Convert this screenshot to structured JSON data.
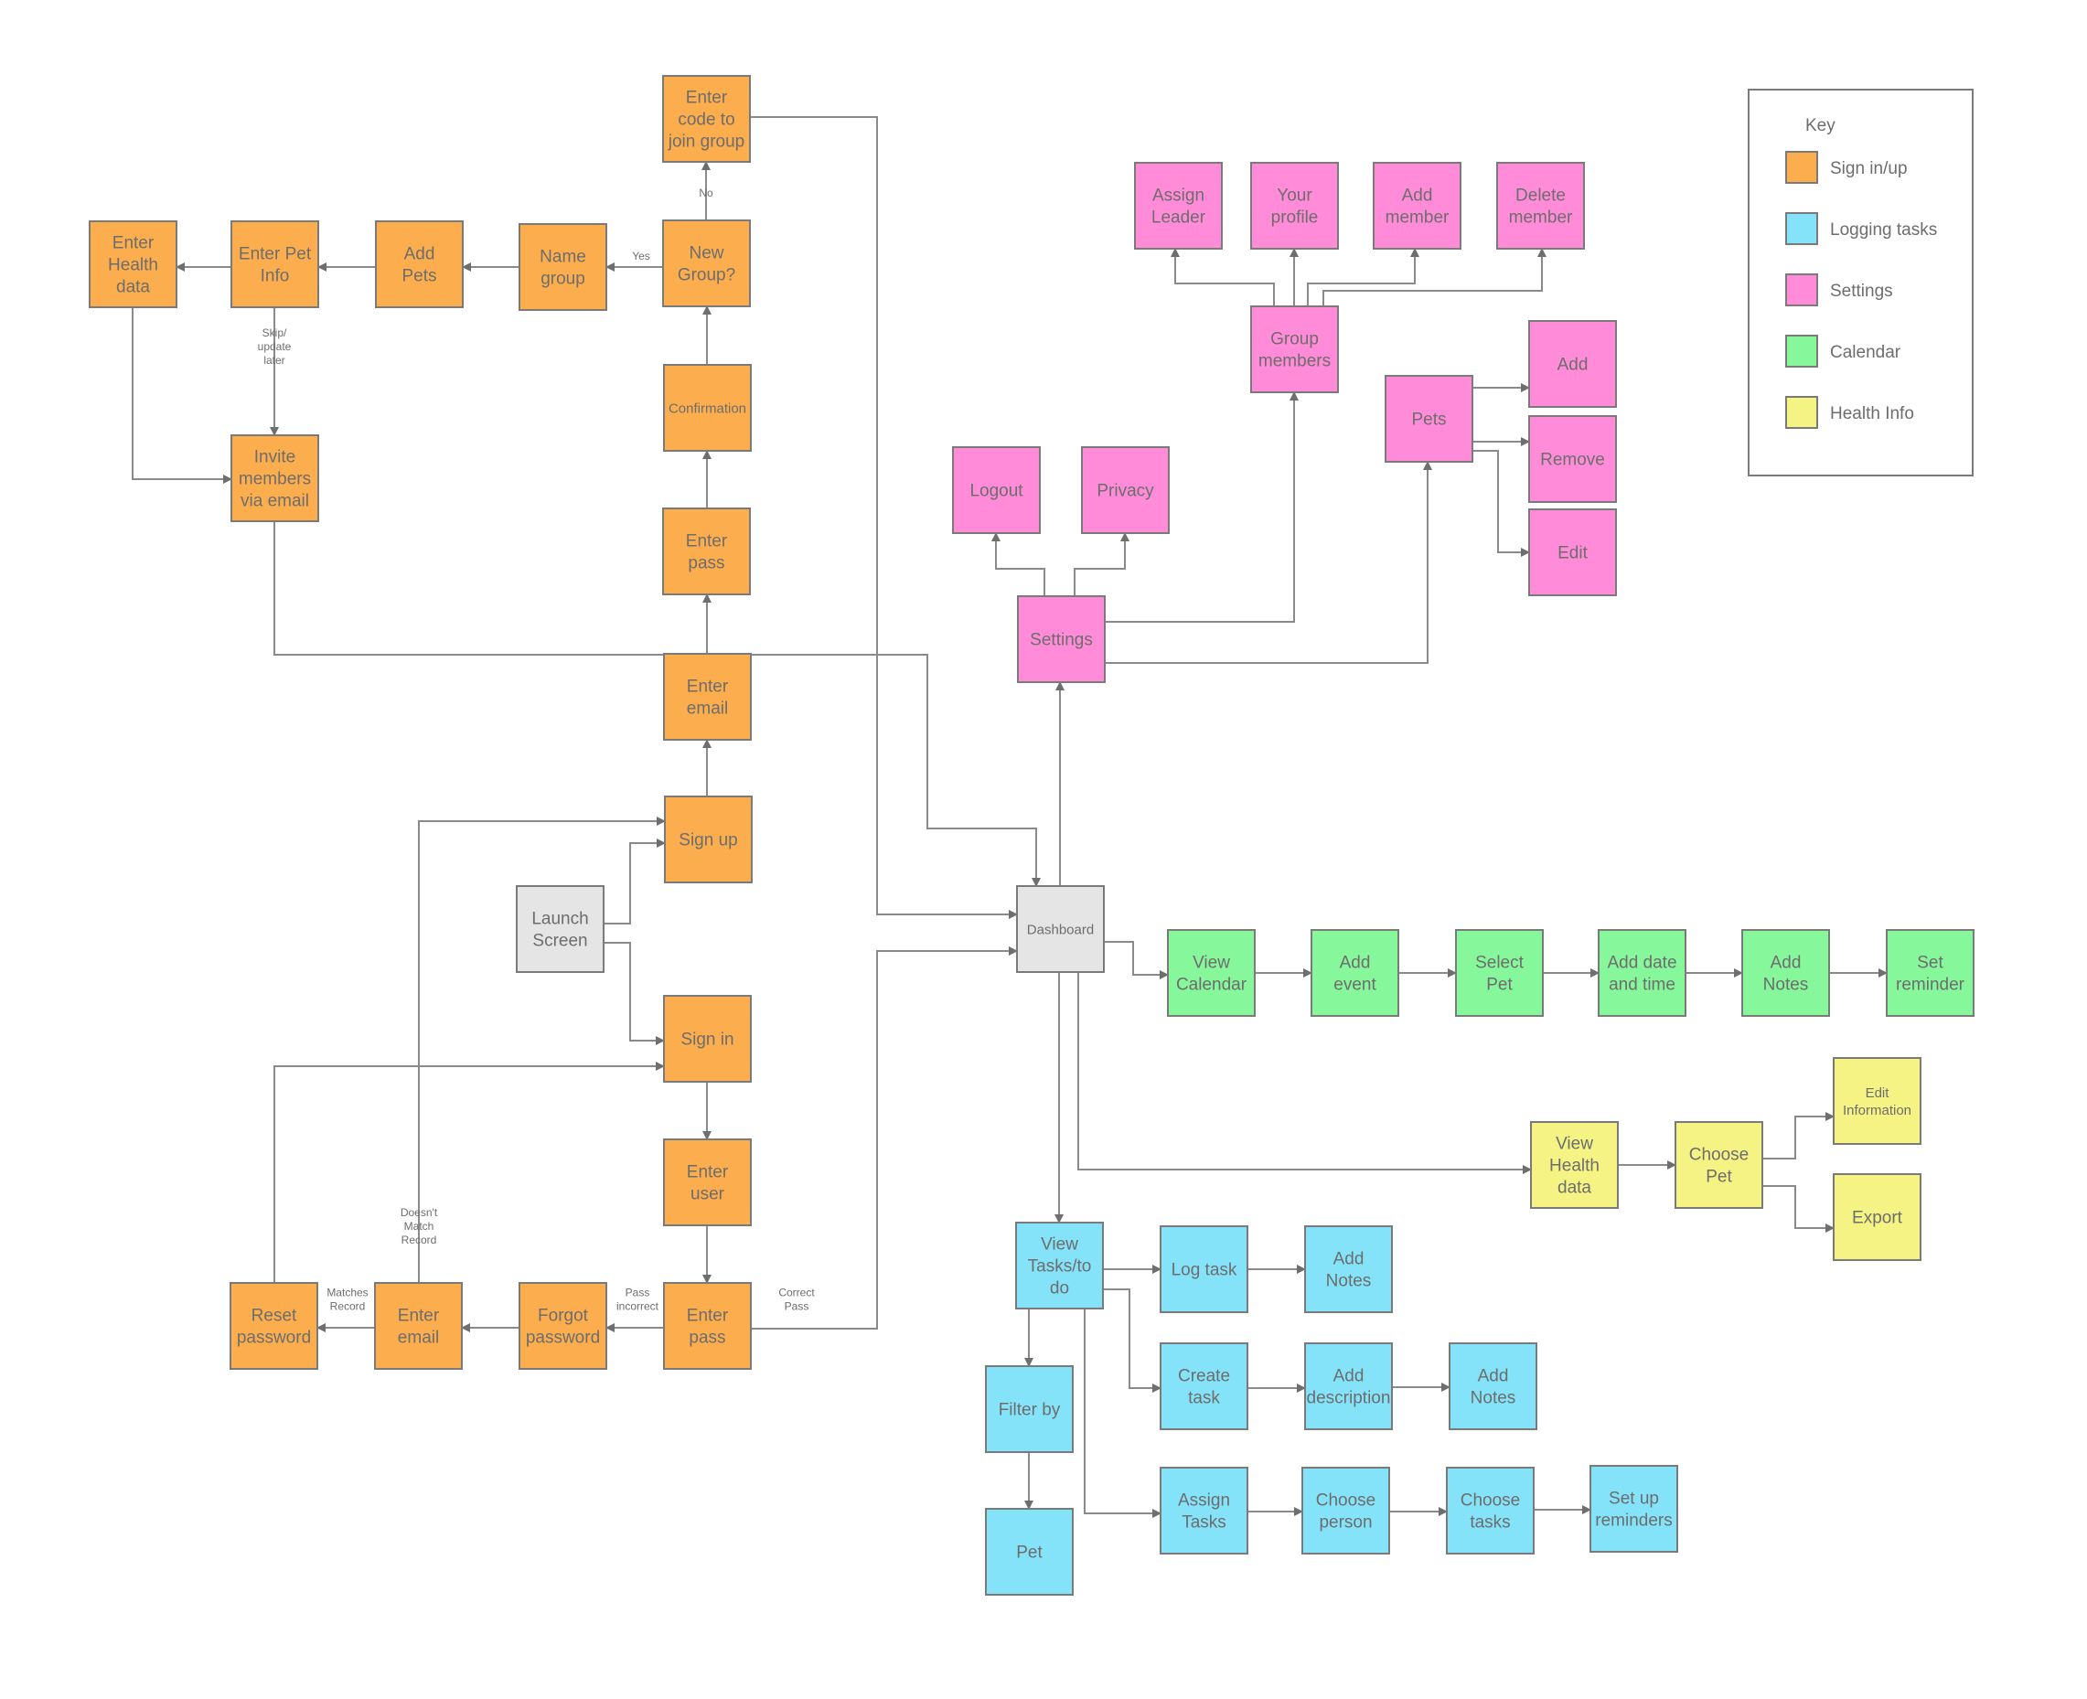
{
  "legend": {
    "title": "Key",
    "items": [
      {
        "key": "signin",
        "label": "Sign in/up",
        "color": "#FCAD4D"
      },
      {
        "key": "tasks",
        "label": "Logging tasks",
        "color": "#84E3F9"
      },
      {
        "key": "settings",
        "label": "Settings",
        "color": "#FF8BD9"
      },
      {
        "key": "calendar",
        "label": "Calendar",
        "color": "#87F79B"
      },
      {
        "key": "health",
        "label": "Health Info",
        "color": "#F6F385"
      }
    ]
  },
  "colors": {
    "neutral": "#E5E5E5",
    "text": "#6D6D6D",
    "edge": "#8A8A8A",
    "arrow": "#6E6E6E"
  },
  "nodes": [
    {
      "id": "enter_code",
      "label": "Enter\ncode to\njoin group",
      "cat": "signin"
    },
    {
      "id": "enter_health",
      "label": "Enter\nHealth\ndata",
      "cat": "signin"
    },
    {
      "id": "enter_pet_info",
      "label": "Enter Pet\nInfo",
      "cat": "signin"
    },
    {
      "id": "add_pets",
      "label": "Add\nPets",
      "cat": "signin"
    },
    {
      "id": "name_group",
      "label": "Name\ngroup",
      "cat": "signin"
    },
    {
      "id": "new_group",
      "label": "New\nGroup?",
      "cat": "signin"
    },
    {
      "id": "confirmation",
      "label": "Confirmation",
      "cat": "signin",
      "small": true
    },
    {
      "id": "invite",
      "label": "Invite\nmembers\nvia email",
      "cat": "signin"
    },
    {
      "id": "enter_pass_up",
      "label": "Enter\npass",
      "cat": "signin"
    },
    {
      "id": "enter_email_up",
      "label": "Enter\nemail",
      "cat": "signin"
    },
    {
      "id": "sign_up",
      "label": "Sign up",
      "cat": "signin"
    },
    {
      "id": "launch",
      "label": "Launch\nScreen",
      "cat": "neutral"
    },
    {
      "id": "sign_in",
      "label": "Sign in",
      "cat": "signin"
    },
    {
      "id": "enter_user",
      "label": "Enter\nuser",
      "cat": "signin"
    },
    {
      "id": "enter_pass_in",
      "label": "Enter\npass",
      "cat": "signin"
    },
    {
      "id": "forgot",
      "label": "Forgot\npassword",
      "cat": "signin"
    },
    {
      "id": "enter_email_in",
      "label": "Enter\nemail",
      "cat": "signin"
    },
    {
      "id": "reset",
      "label": "Reset\npassword",
      "cat": "signin"
    },
    {
      "id": "dashboard",
      "label": "Dashboard",
      "cat": "neutral",
      "small": true
    },
    {
      "id": "settings",
      "label": "Settings",
      "cat": "settings"
    },
    {
      "id": "logout",
      "label": "Logout",
      "cat": "settings"
    },
    {
      "id": "privacy",
      "label": "Privacy",
      "cat": "settings"
    },
    {
      "id": "group_members",
      "label": "Group\nmembers",
      "cat": "settings"
    },
    {
      "id": "assign_leader",
      "label": "Assign\nLeader",
      "cat": "settings"
    },
    {
      "id": "your_profile",
      "label": "Your\nprofile",
      "cat": "settings"
    },
    {
      "id": "add_member",
      "label": "Add\nmember",
      "cat": "settings"
    },
    {
      "id": "delete_member",
      "label": "Delete\nmember",
      "cat": "settings"
    },
    {
      "id": "pets",
      "label": "Pets",
      "cat": "settings"
    },
    {
      "id": "pets_add",
      "label": "Add",
      "cat": "settings"
    },
    {
      "id": "pets_remove",
      "label": "Remove",
      "cat": "settings"
    },
    {
      "id": "pets_edit",
      "label": "Edit",
      "cat": "settings"
    },
    {
      "id": "view_calendar",
      "label": "View\nCalendar",
      "cat": "calendar"
    },
    {
      "id": "add_event",
      "label": "Add\nevent",
      "cat": "calendar"
    },
    {
      "id": "select_pet",
      "label": "Select\nPet",
      "cat": "calendar"
    },
    {
      "id": "add_date_time",
      "label": "Add date\nand time",
      "cat": "calendar"
    },
    {
      "id": "cal_add_notes",
      "label": "Add\nNotes",
      "cat": "calendar"
    },
    {
      "id": "set_reminder",
      "label": "Set\nreminder",
      "cat": "calendar"
    },
    {
      "id": "view_health",
      "label": "View\nHealth\ndata",
      "cat": "health"
    },
    {
      "id": "choose_pet",
      "label": "Choose\nPet",
      "cat": "health"
    },
    {
      "id": "edit_info",
      "label": "Edit\nInformation",
      "cat": "health",
      "small": true
    },
    {
      "id": "export",
      "label": "Export",
      "cat": "health"
    },
    {
      "id": "view_tasks",
      "label": "View\nTasks/to\ndo",
      "cat": "tasks"
    },
    {
      "id": "log_task",
      "label": "Log task",
      "cat": "tasks"
    },
    {
      "id": "log_add_notes",
      "label": "Add\nNotes",
      "cat": "tasks"
    },
    {
      "id": "create_task",
      "label": "Create\ntask",
      "cat": "tasks"
    },
    {
      "id": "add_description",
      "label": "Add\ndescription",
      "cat": "tasks"
    },
    {
      "id": "create_add_notes",
      "label": "Add\nNotes",
      "cat": "tasks"
    },
    {
      "id": "filter_by",
      "label": "Filter by",
      "cat": "tasks"
    },
    {
      "id": "filter_pet",
      "label": "Pet",
      "cat": "tasks"
    },
    {
      "id": "assign_tasks",
      "label": "Assign\nTasks",
      "cat": "tasks"
    },
    {
      "id": "choose_person",
      "label": "Choose\nperson",
      "cat": "tasks"
    },
    {
      "id": "choose_tasks",
      "label": "Choose\ntasks",
      "cat": "tasks"
    },
    {
      "id": "set_up_reminders",
      "label": "Set up\nreminders",
      "cat": "tasks"
    }
  ],
  "edges": [
    {
      "from": "new_group",
      "to": "enter_code",
      "label": "No"
    },
    {
      "from": "new_group",
      "to": "name_group",
      "label": "Yes"
    },
    {
      "from": "name_group",
      "to": "add_pets"
    },
    {
      "from": "add_pets",
      "to": "enter_pet_info"
    },
    {
      "from": "enter_pet_info",
      "to": "enter_health"
    },
    {
      "from": "enter_pet_info",
      "to": "invite",
      "label": "Skip/\nupdate\nlater"
    },
    {
      "from": "enter_health",
      "to": "invite"
    },
    {
      "from": "confirmation",
      "to": "new_group"
    },
    {
      "from": "enter_pass_up",
      "to": "confirmation"
    },
    {
      "from": "enter_email_up",
      "to": "enter_pass_up"
    },
    {
      "from": "sign_up",
      "to": "enter_email_up"
    },
    {
      "from": "launch",
      "to": "sign_up"
    },
    {
      "from": "launch",
      "to": "sign_in"
    },
    {
      "from": "sign_in",
      "to": "enter_user"
    },
    {
      "from": "enter_user",
      "to": "enter_pass_in"
    },
    {
      "from": "enter_pass_in",
      "to": "forgot",
      "label": "Pass\nincorrect"
    },
    {
      "from": "forgot",
      "to": "enter_email_in"
    },
    {
      "from": "enter_email_in",
      "to": "reset",
      "label": "Matches\nRecord"
    },
    {
      "from": "enter_email_in",
      "to": "sign_up",
      "label": "Doesn't\nMatch\nRecord"
    },
    {
      "from": "reset",
      "to": "sign_in"
    },
    {
      "from": "enter_pass_in",
      "to": "dashboard",
      "label": "Correct\nPass"
    },
    {
      "from": "enter_code",
      "to": "dashboard"
    },
    {
      "from": "invite",
      "to": "dashboard"
    },
    {
      "from": "dashboard",
      "to": "settings"
    },
    {
      "from": "settings",
      "to": "logout"
    },
    {
      "from": "settings",
      "to": "privacy"
    },
    {
      "from": "settings",
      "to": "group_members"
    },
    {
      "from": "settings",
      "to": "pets"
    },
    {
      "from": "group_members",
      "to": "assign_leader"
    },
    {
      "from": "group_members",
      "to": "your_profile"
    },
    {
      "from": "group_members",
      "to": "add_member"
    },
    {
      "from": "group_members",
      "to": "delete_member"
    },
    {
      "from": "pets",
      "to": "pets_add"
    },
    {
      "from": "pets",
      "to": "pets_remove"
    },
    {
      "from": "pets",
      "to": "pets_edit"
    },
    {
      "from": "dashboard",
      "to": "view_calendar"
    },
    {
      "from": "view_calendar",
      "to": "add_event"
    },
    {
      "from": "add_event",
      "to": "select_pet"
    },
    {
      "from": "select_pet",
      "to": "add_date_time"
    },
    {
      "from": "add_date_time",
      "to": "cal_add_notes"
    },
    {
      "from": "cal_add_notes",
      "to": "set_reminder"
    },
    {
      "from": "dashboard",
      "to": "view_health"
    },
    {
      "from": "view_health",
      "to": "choose_pet"
    },
    {
      "from": "choose_pet",
      "to": "edit_info"
    },
    {
      "from": "choose_pet",
      "to": "export"
    },
    {
      "from": "dashboard",
      "to": "view_tasks"
    },
    {
      "from": "view_tasks",
      "to": "log_task"
    },
    {
      "from": "log_task",
      "to": "log_add_notes"
    },
    {
      "from": "view_tasks",
      "to": "create_task"
    },
    {
      "from": "create_task",
      "to": "add_description"
    },
    {
      "from": "add_description",
      "to": "create_add_notes"
    },
    {
      "from": "view_tasks",
      "to": "filter_by"
    },
    {
      "from": "filter_by",
      "to": "filter_pet"
    },
    {
      "from": "view_tasks",
      "to": "assign_tasks"
    },
    {
      "from": "assign_tasks",
      "to": "choose_person"
    },
    {
      "from": "choose_person",
      "to": "choose_tasks"
    },
    {
      "from": "choose_tasks",
      "to": "set_up_reminders"
    }
  ]
}
